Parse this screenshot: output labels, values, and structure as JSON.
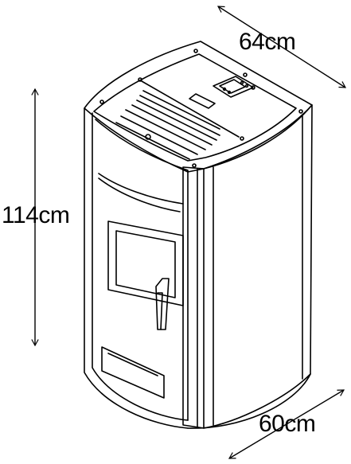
{
  "figure": {
    "subject": "pellet-stove",
    "colors": {
      "line": "#000000",
      "background": "#ffffff",
      "window-fill": "#ffffff"
    }
  },
  "dimensions": {
    "width": {
      "label": "64cm",
      "value": 64,
      "unit": "cm"
    },
    "height": {
      "label": "114cm",
      "value": 114,
      "unit": "cm"
    },
    "depth": {
      "label": "60cm",
      "value": 60,
      "unit": "cm"
    }
  },
  "control_panel": {
    "icon": "control-display-icon"
  }
}
